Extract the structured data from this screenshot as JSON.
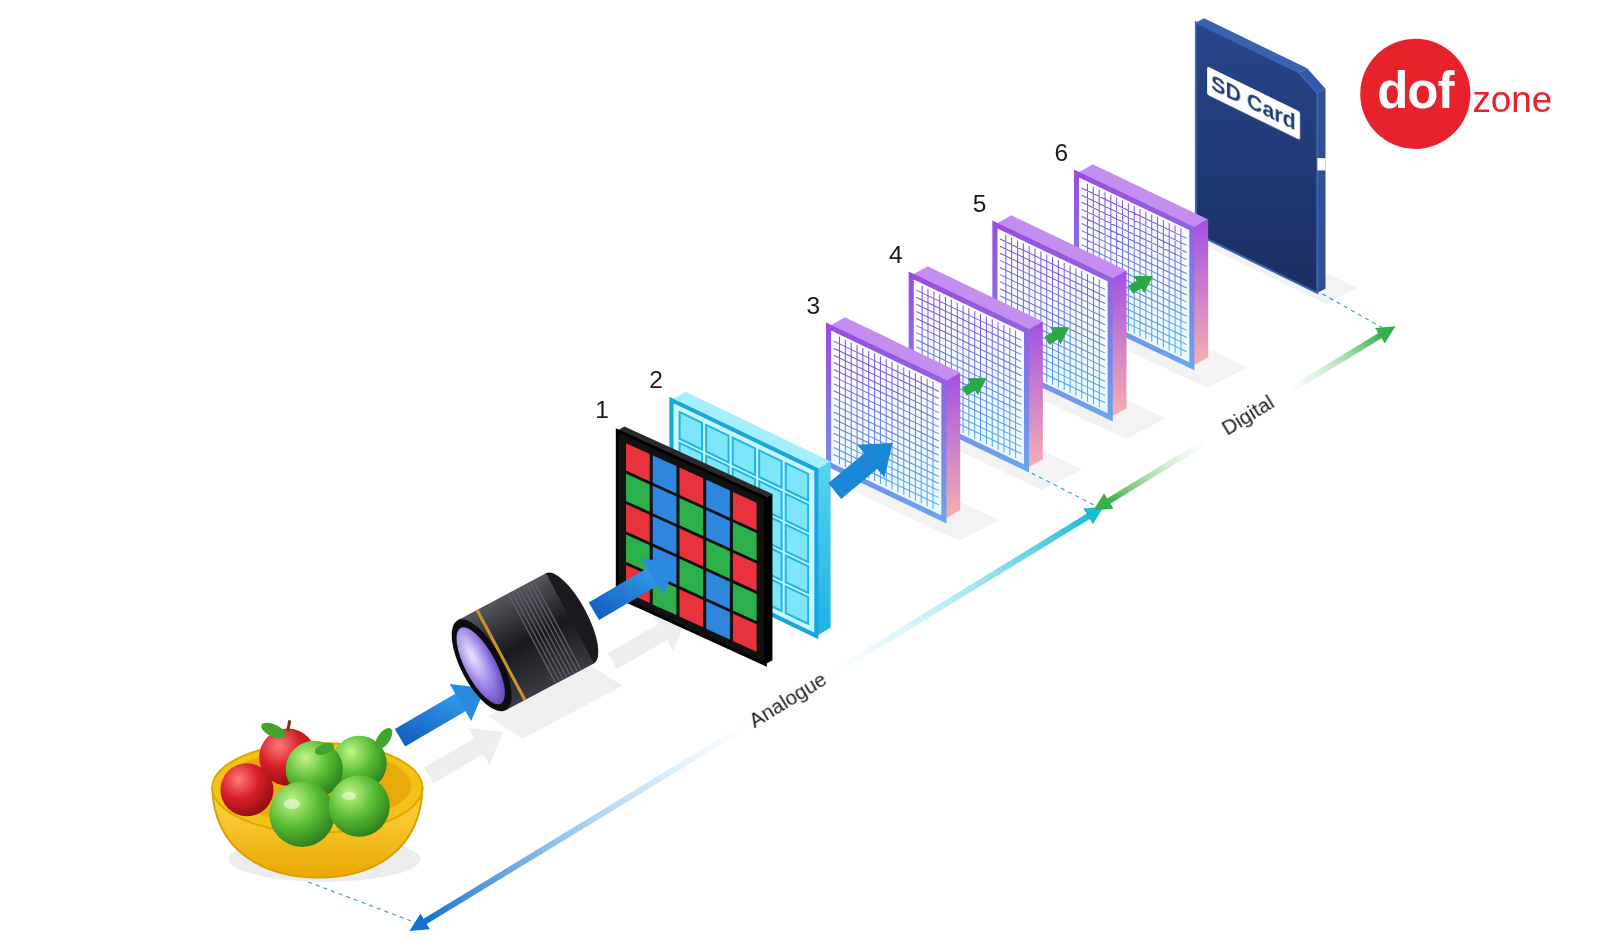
{
  "diagram": {
    "nodes": [
      {
        "text": [
          "1"
        ]
      },
      {
        "text": [
          "2"
        ]
      },
      {
        "text": [
          "3"
        ]
      },
      {
        "text": [
          "4"
        ]
      },
      {
        "text": [
          "5"
        ]
      },
      {
        "text": [
          "6"
        ]
      },
      {
        "text": [
          "SD Card"
        ]
      },
      {
        "text": [
          "dof"
        ]
      }
    ],
    "edges": [
      {
        "from": 1,
        "to": 2,
        "arrow": "to"
      },
      {
        "from": 2,
        "to": 3,
        "arrow": "to"
      },
      {
        "from": 3,
        "to": 4,
        "arrow": "to"
      },
      {
        "from": 4,
        "to": 5,
        "arrow": "to"
      }
    ],
    "labels": [
      "Analogue",
      "Digital",
      "zone"
    ]
  }
}
